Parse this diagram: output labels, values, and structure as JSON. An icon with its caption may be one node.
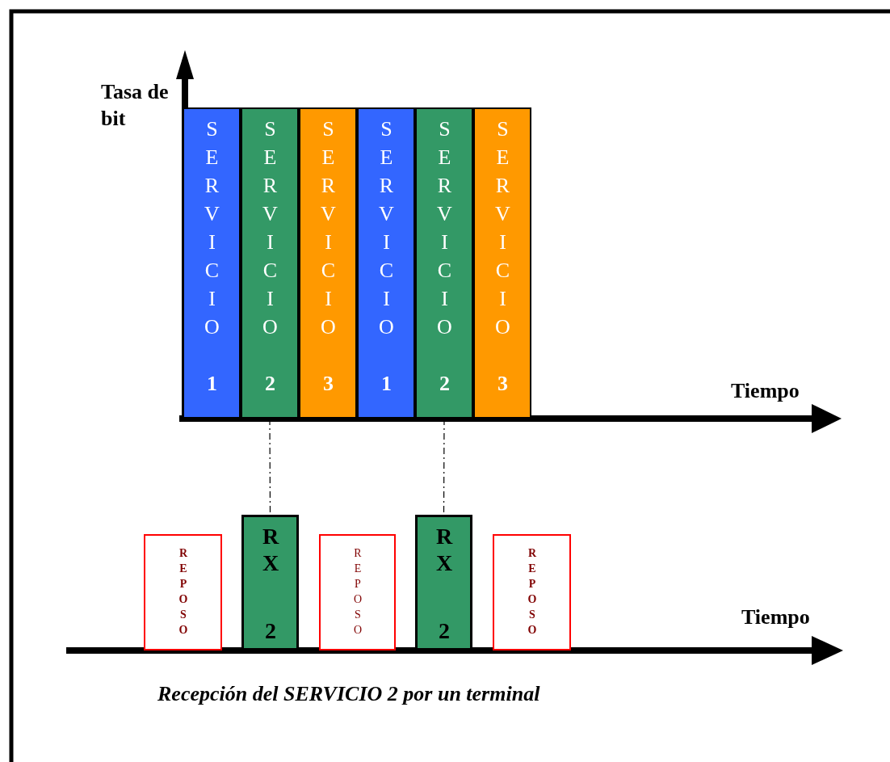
{
  "diagram": {
    "caption": "Recepción del SERVICIO 2 por un terminal",
    "nodes": [
      {
        "text": [
          "SERVICIO **1**"
        ]
      },
      {
        "text": [
          "SERVICIO **2**"
        ]
      },
      {
        "text": [
          "SERVICIO **3**"
        ]
      },
      {
        "text": [
          "SERVICIO **1**"
        ]
      },
      {
        "text": [
          "SERVICIO **2**"
        ]
      },
      {
        "text": [
          "SERVICIO **3**"
        ]
      },
      {
        "text": [
          "REPOSO"
        ]
      },
      {
        "text": [
          "RX 2"
        ]
      },
      {
        "text": [
          "REPOSO"
        ]
      },
      {
        "text": [
          "RX 2"
        ]
      },
      {
        "text": [
          "REPOSO"
        ]
      }
    ],
    "edges": [
      {
        "from": 1,
        "to": 7,
        "arrow": "none",
        "style": "dashed"
      },
      {
        "from": 4,
        "to": 9,
        "arrow": "none",
        "style": "dashed"
      }
    ],
    "labels": [
      "Tasa de bit",
      "Tiempo",
      "Tiempo"
    ]
  }
}
